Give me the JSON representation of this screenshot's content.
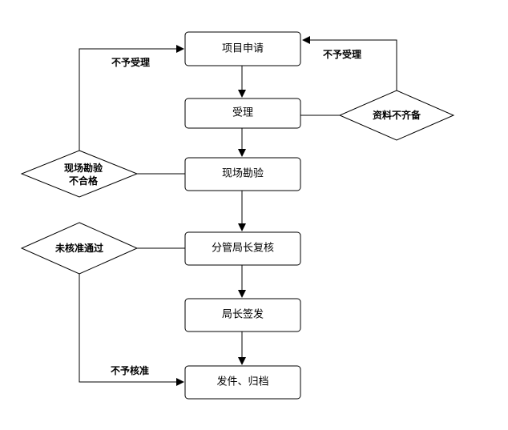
{
  "boxes": {
    "application": "项目申请",
    "acceptance": "受理",
    "site_survey": "现场勘验",
    "deputy_review": "分管局长复核",
    "director_sign": "局长签发",
    "issue_archive": "发件、归档"
  },
  "decisions": {
    "incomplete_docs": "资料不齐备",
    "survey_failed_line1": "现场勘验",
    "survey_failed_line2": "不合格",
    "not_approved": "未核准通过"
  },
  "edge_labels": {
    "reject_left": "不予受理",
    "reject_right": "不予受理",
    "not_approve": "不予核准"
  }
}
